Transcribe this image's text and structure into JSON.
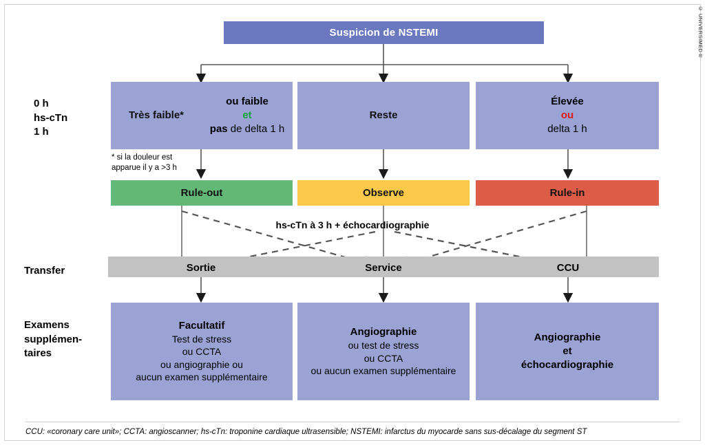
{
  "title_box": {
    "label": "Suspicion de NSTEMI"
  },
  "row_labels": {
    "timing": [
      "0 h",
      "hs-cTn",
      "1 h"
    ],
    "transfer": "Transfer",
    "exams": [
      "Examens",
      "supplémen-",
      "taires"
    ]
  },
  "assessment": {
    "left": {
      "primary": "Très faible*",
      "secondary_line1": "ou faible",
      "secondary_conj": "et",
      "secondary_line3_bold": "pas",
      "secondary_line3_rest": " de delta 1 h"
    },
    "middle": {
      "label": "Reste"
    },
    "right": {
      "line1": "Élevée",
      "conj": "ou",
      "line3": "delta 1 h"
    }
  },
  "footnote": [
    "* si la douleur est",
    "apparue il y a >3 h"
  ],
  "decisions": [
    {
      "label": "Rule-out",
      "color": "#63b878"
    },
    {
      "label": "Observe",
      "color": "#fbc94a"
    },
    {
      "label": "Rule-in",
      "color": "#dd5c47"
    }
  ],
  "followup_label": "hs-cTn à 3 h + échocardiographie",
  "transfer_nodes": [
    "Sortie",
    "Service",
    "CCU"
  ],
  "exams": {
    "left": {
      "heading": "Facultatif",
      "lines": [
        "Test de stress",
        "ou CCTA",
        "ou angiographie ou",
        "aucun examen supplémentaire"
      ]
    },
    "middle": {
      "heading": "Angiographie",
      "lines": [
        "ou test de stress",
        "ou CCTA",
        "ou aucun examen supplémentaire"
      ]
    },
    "right": {
      "lines": [
        "Angiographie",
        "et",
        "échocardiographie"
      ]
    }
  },
  "footer": "CCU: «coronary care unit»; CCTA: angioscanner; hs-cTn: troponine cardiaque ultrasensible; NSTEMI: infarctus du myocarde sans sus-décalage du segment ST",
  "copyright": "© UNIVERSIMED®"
}
